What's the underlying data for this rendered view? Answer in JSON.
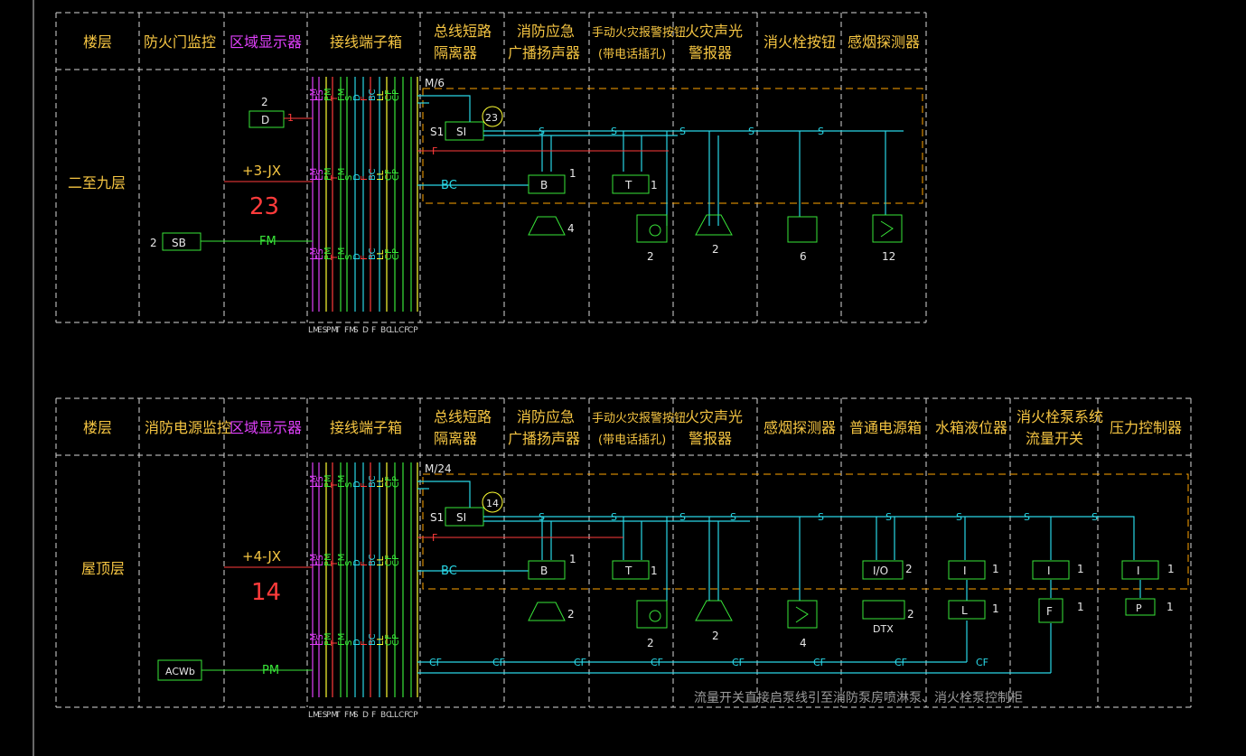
{
  "colors": {
    "background": "#000000",
    "grid_dash": "#d8d8d8",
    "header_text": "#f5c542",
    "magenta": "#e040fb",
    "green": "#39e639",
    "cyan": "#29d7e6",
    "red": "#ff3b3b",
    "orange_dash": "#ffa500",
    "yellow": "#ffff33"
  },
  "terminal_labels": [
    "LM",
    "ES",
    "PM",
    "T",
    "FM",
    "S",
    "D",
    "F",
    "BC",
    "LL",
    "CF",
    "CP"
  ],
  "terminal_bottom": [
    "LM",
    "ES",
    "PM",
    "T",
    "FM",
    "S",
    "D",
    "F",
    "BC",
    "LL",
    "CF",
    "CP"
  ],
  "panel1": {
    "headers": [
      "楼层",
      "防火门监控",
      "区域显示器",
      "接线端子箱",
      "总线短路",
      "隔离器",
      "消防应急",
      "广播扬声器",
      "手动火灾报警按钮",
      "(带电话插孔)",
      "火灾声光",
      "警报器",
      "消火栓按钮",
      "感烟探测器"
    ],
    "floor": "二至九层",
    "bus": "M/6",
    "isolator": "SI",
    "isolator_in": "S1",
    "isolator_num": "23",
    "display_box": "D",
    "display_count": "2",
    "display_idx": "1",
    "jx_label": "+3-JX",
    "jx_num": "23",
    "sb_box": "SB",
    "sb_count": "2",
    "fm_label": "FM",
    "f_label": "F",
    "bc_label": "BC",
    "box_b": "B",
    "box_b_n": "1",
    "box_t": "T",
    "box_t_n": "1",
    "speaker_n": "4",
    "phone_n": "2",
    "alarm_n": "2",
    "hydrant_n": "6",
    "smoke_n": "12",
    "s_mark": "S",
    "d_mark": "D"
  },
  "panel2": {
    "headers": [
      "楼层",
      "消防电源监控",
      "区域显示器",
      "接线端子箱",
      "总线短路",
      "隔离器",
      "消防应急",
      "广播扬声器",
      "手动火灾报警按钮",
      "(带电话插孔)",
      "火灾声光",
      "警报器",
      "感烟探测器",
      "普通电源箱",
      "水箱液位器",
      "消火栓泵系统",
      "流量开关",
      "压力控制器"
    ],
    "floor": "屋顶层",
    "bus": "M/24",
    "isolator": "SI",
    "isolator_in": "S1",
    "isolator_num": "14",
    "jx_label": "+4-JX",
    "jx_num": "14",
    "acwb_box": "ACWb",
    "pm_label": "PM",
    "f_label": "F",
    "bc_label": "BC",
    "box_b": "B",
    "box_b_n": "1",
    "box_t": "T",
    "box_t_n": "1",
    "speaker_n": "2",
    "phone_n": "2",
    "alarm_n": "2",
    "smoke_n": "4",
    "io_box": "I/O",
    "io_n": "2",
    "dtx_box": "DTX",
    "dtx_n": "2",
    "i_box": "I",
    "i_n": "1",
    "l_box": "L",
    "l_n": "1",
    "fl_box": "F",
    "fl_n": "1",
    "p_box": "P",
    "p_n": "1",
    "cf_mark": "CF",
    "note": "流量开关直接启泵线引至消防泵房喷淋泵、消火栓泵控制柜"
  }
}
